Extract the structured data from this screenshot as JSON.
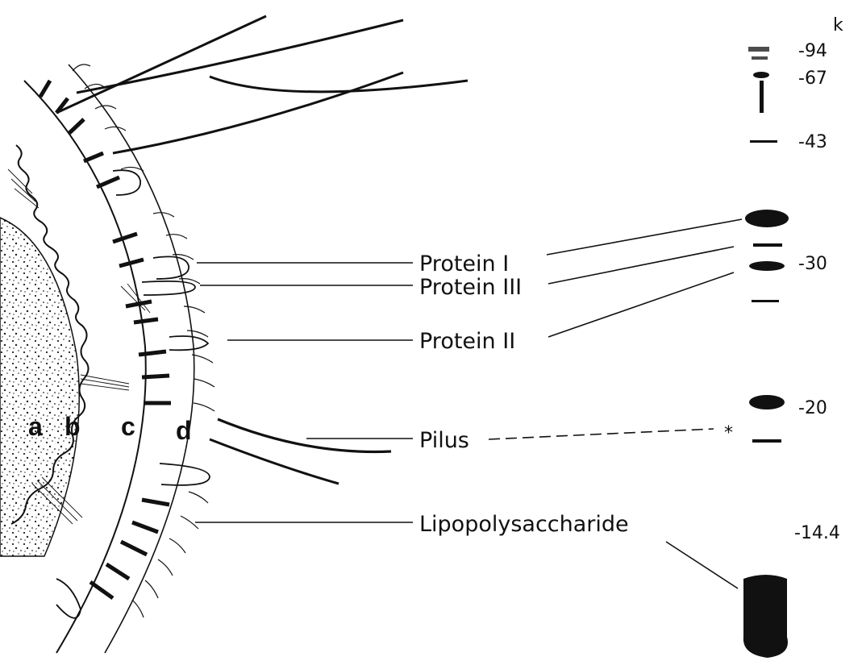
{
  "labels": {
    "protein_1": "Protein I",
    "protein_3": "Protein III",
    "protein_2": "Protein II",
    "pilus": "Pilus",
    "lps": "Lipopolysaccharide"
  },
  "layers": {
    "a": "a",
    "b": "b",
    "c": "c",
    "d": "d"
  },
  "gel": {
    "unit": "k",
    "markers": [
      "-94",
      "-67",
      "-43",
      "-30",
      "-20",
      "-14.4"
    ],
    "asterisk": "*"
  }
}
